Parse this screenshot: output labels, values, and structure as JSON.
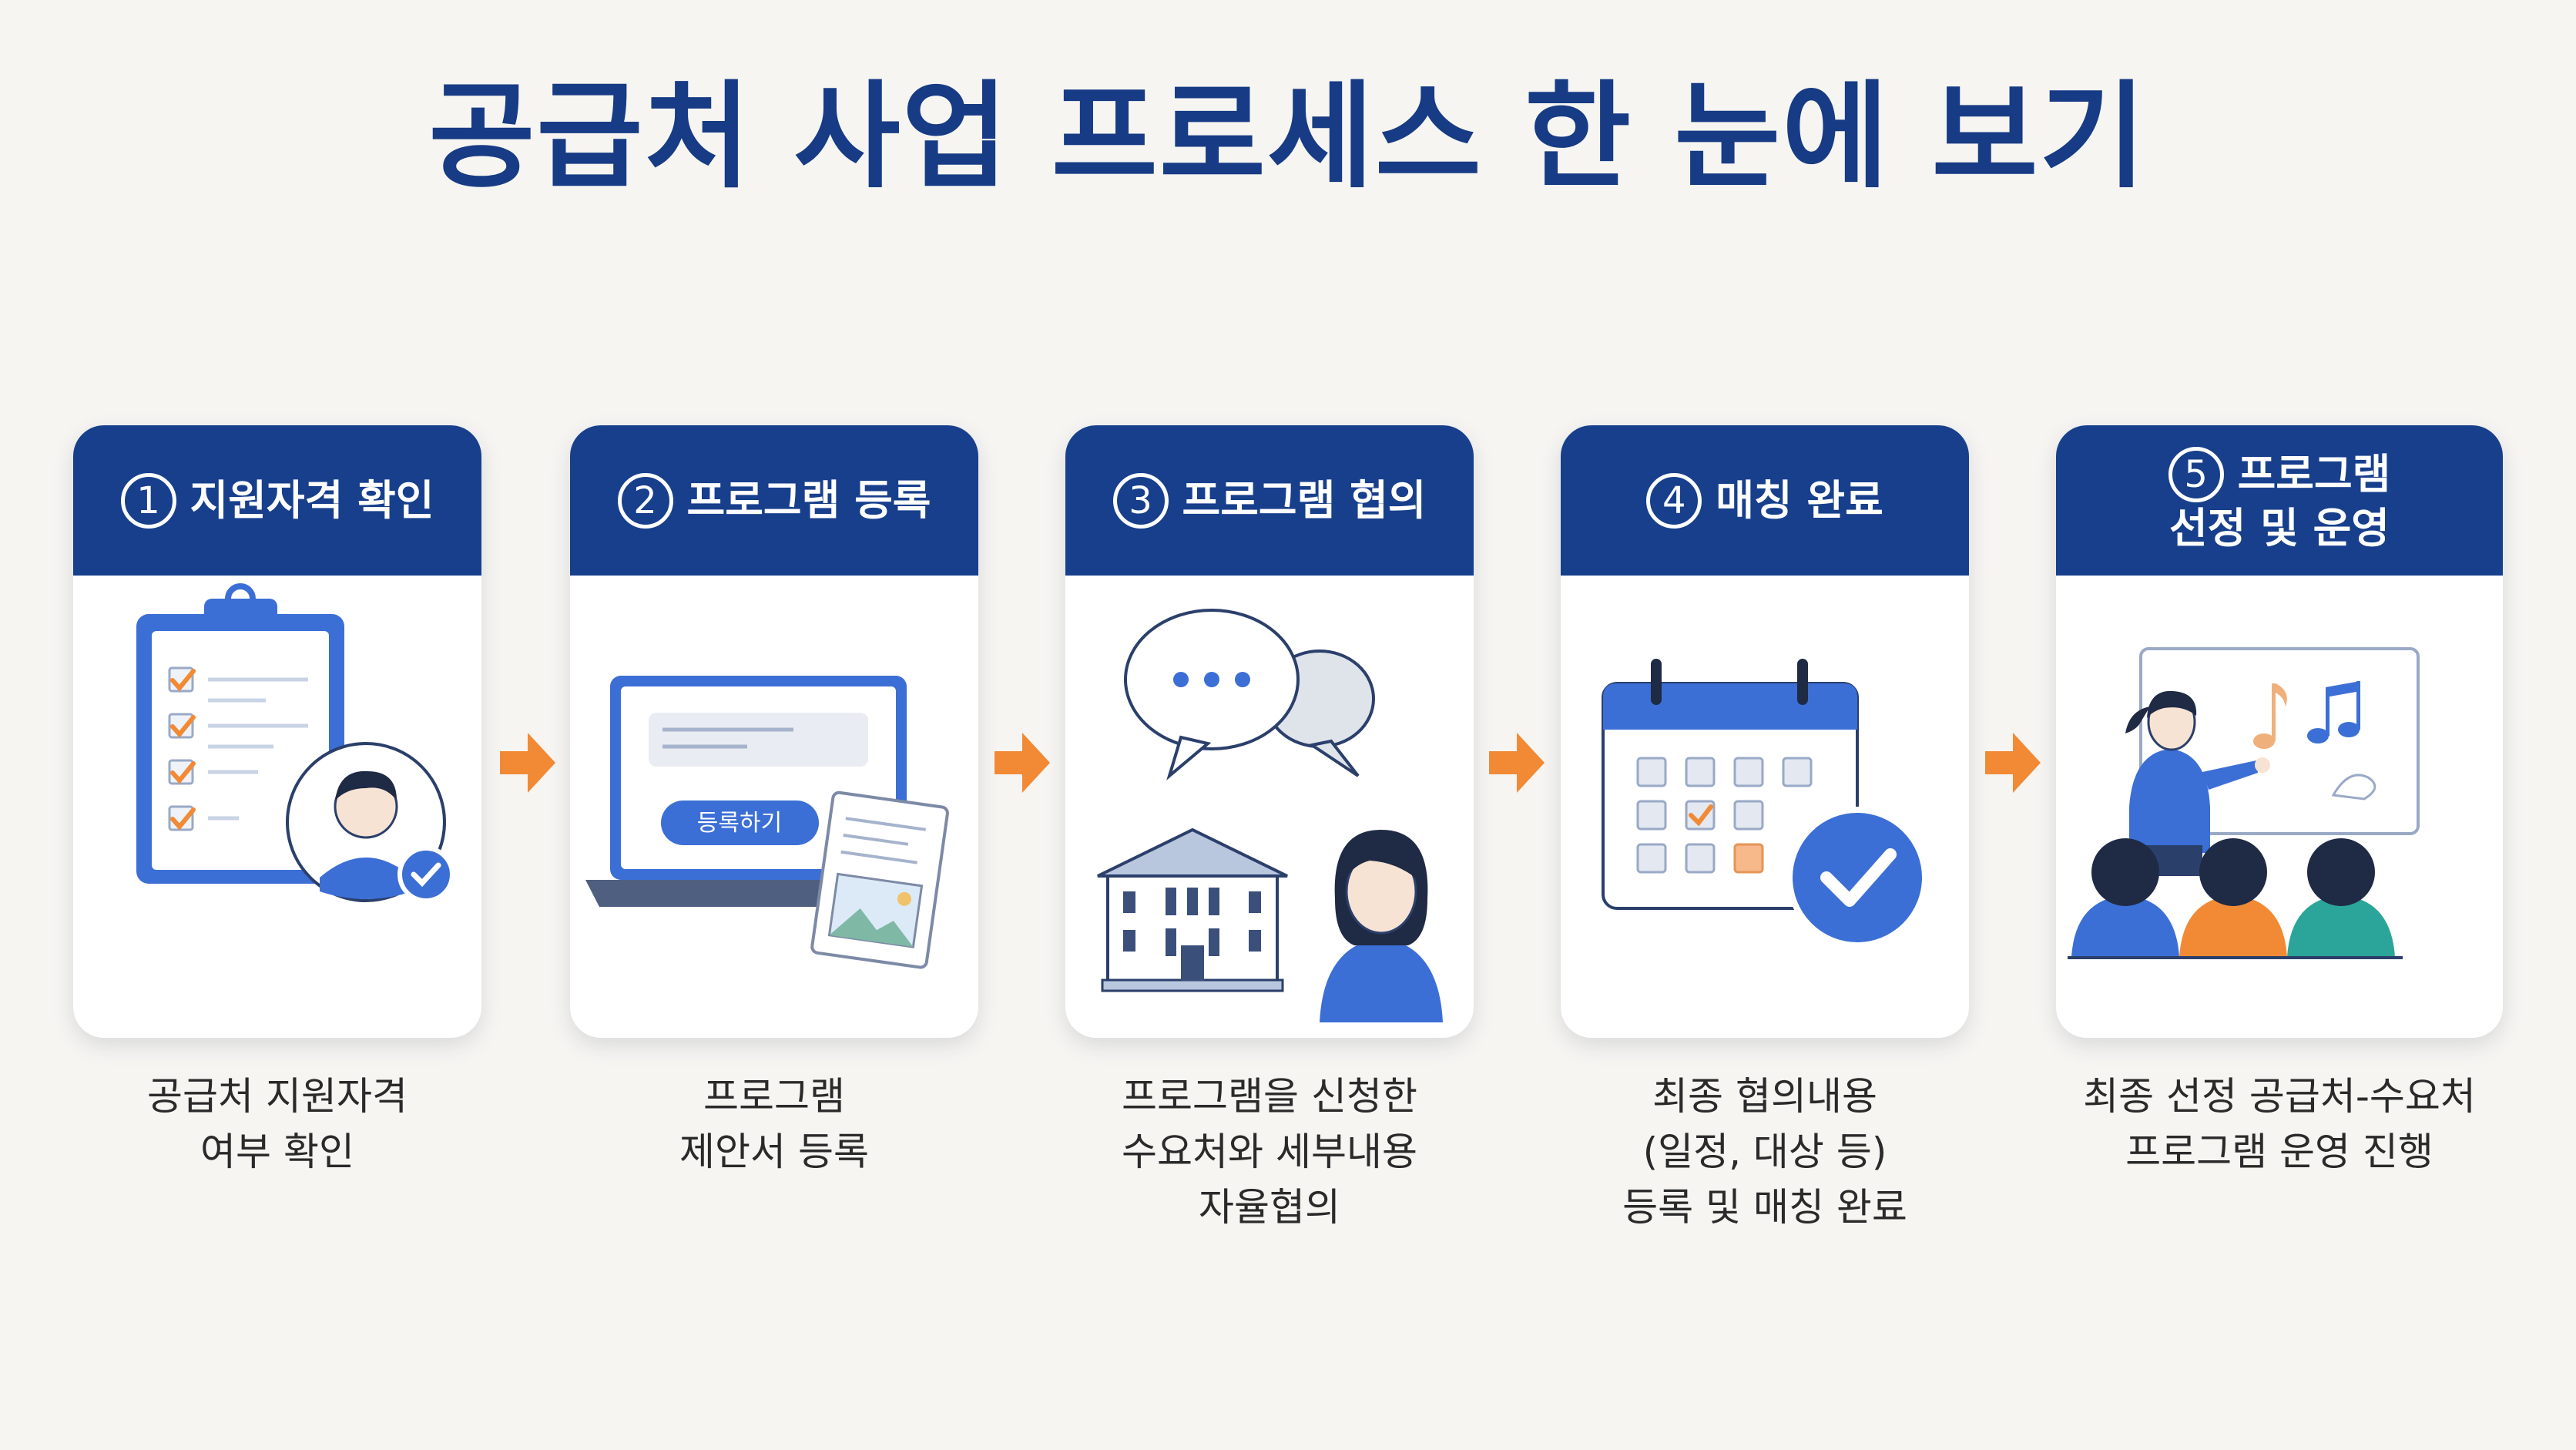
{
  "title": "공급처 사업 프로세스 한 눈에 보기",
  "colors": {
    "primary": "#173f8c",
    "accent": "#f28a35",
    "blue": "#3b6fd6",
    "background": "#f6f5f2"
  },
  "steps": [
    {
      "number": "1",
      "title": "지원자격 확인",
      "icon": "clipboard-checklist-icon",
      "description": [
        "공급처 지원자격",
        "여부 확인"
      ]
    },
    {
      "number": "2",
      "title": "프로그램 등록",
      "icon": "laptop-register-icon",
      "button_label": "등록하기",
      "description": [
        "프로그램",
        "제안서 등록"
      ]
    },
    {
      "number": "3",
      "title": "프로그램 협의",
      "icon": "chat-consultation-icon",
      "description": [
        "프로그램을 신청한",
        "수요처와 세부내용",
        "자율협의"
      ]
    },
    {
      "number": "4",
      "title": "매칭 완료",
      "icon": "calendar-check-icon",
      "description": [
        "최종 협의내용",
        "(일정, 대상 등)",
        "등록 및 매칭 완료"
      ]
    },
    {
      "number": "5",
      "title_line1": "프로그램",
      "title_line2": "선정 및 운영",
      "icon": "presentation-class-icon",
      "description": [
        "최종 선정 공급처-수요처",
        "프로그램 운영 진행"
      ]
    }
  ]
}
